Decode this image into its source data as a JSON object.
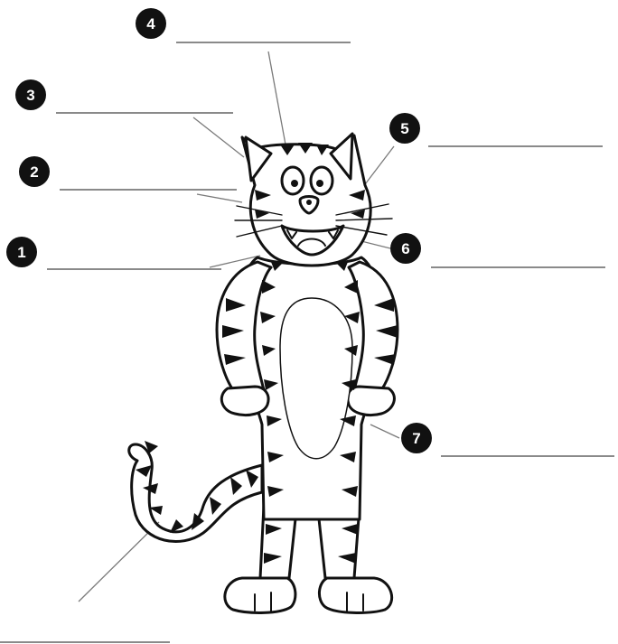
{
  "diagram": {
    "markers": [
      {
        "id": "1",
        "label": "1"
      },
      {
        "id": "2",
        "label": "2"
      },
      {
        "id": "3",
        "label": "3"
      },
      {
        "id": "4",
        "label": "4"
      },
      {
        "id": "5",
        "label": "5"
      },
      {
        "id": "6",
        "label": "6"
      },
      {
        "id": "7",
        "label": "7"
      }
    ],
    "answer_blanks": [
      {
        "for": "1",
        "value": ""
      },
      {
        "for": "2",
        "value": ""
      },
      {
        "for": "3",
        "value": ""
      },
      {
        "for": "4",
        "value": ""
      },
      {
        "for": "5",
        "value": ""
      },
      {
        "for": "6",
        "value": ""
      },
      {
        "for": "7",
        "value": ""
      },
      {
        "for": "tail",
        "value": ""
      }
    ],
    "colors": {
      "ink": "#111111",
      "line": "#8a8a8a",
      "marker_fill": "#111111",
      "marker_text": "#ffffff"
    }
  }
}
